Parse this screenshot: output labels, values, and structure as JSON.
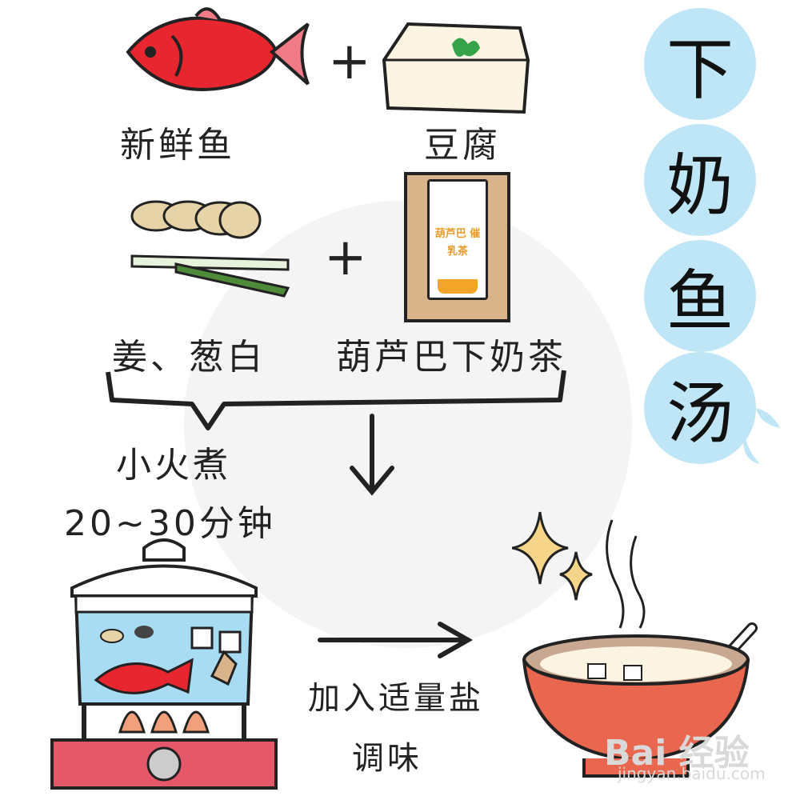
{
  "title": {
    "chars": [
      "下",
      "奶",
      "鱼",
      "汤"
    ]
  },
  "ingredients": {
    "fish": "新鲜鱼",
    "tofu": "豆腐",
    "ginger_scallion": "姜、葱白",
    "tea": "葫芦巴下奶茶",
    "tea_package": "葫芦巴 催乳茶"
  },
  "steps": {
    "cook_method": "小火煮",
    "cook_time": "20~30分钟",
    "season": [
      "加入适量盐",
      "调味"
    ]
  },
  "symbols": {
    "plus": "+",
    "down_arrow": "↓"
  },
  "watermark": {
    "brand": "Bai 经验",
    "url": "jingyan.baidu.com"
  },
  "colors": {
    "bubble": "#bfe6f6",
    "fish": "#e8262f",
    "pot_water": "#a8dcf2",
    "stove": "#e5586a",
    "bowl": "#e9664f"
  }
}
